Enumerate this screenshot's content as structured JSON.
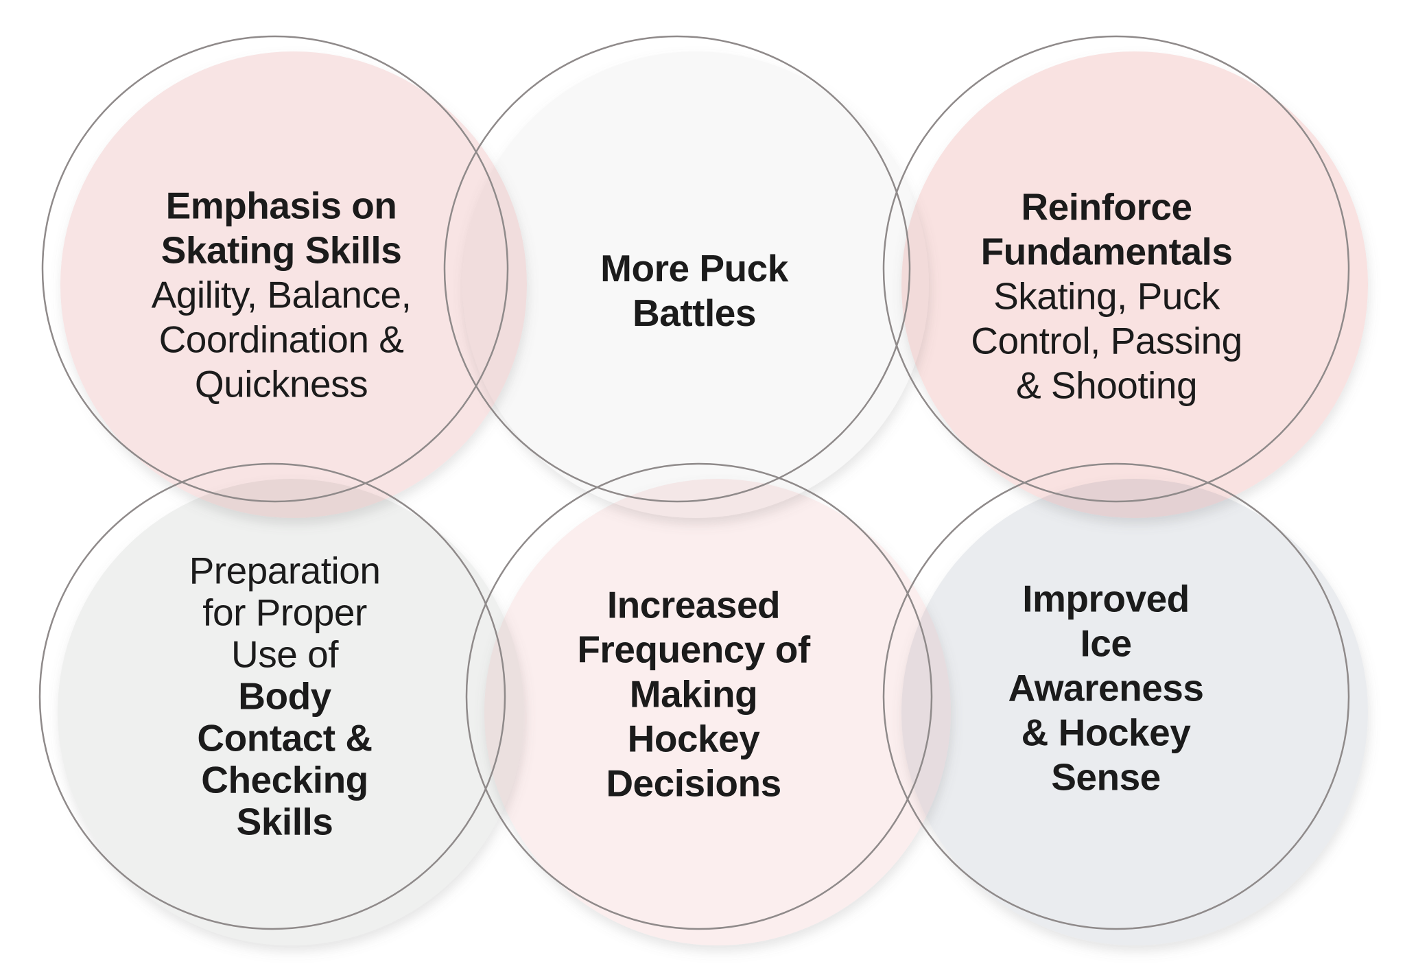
{
  "diagram": {
    "background_color": "#ffffff",
    "outline_color": "#8f8a8a",
    "text_color": "#1b1b1b",
    "circles": [
      {
        "id": "emphasis-skating-skills",
        "fill_color": "#f8e4e4",
        "lines": [
          {
            "text": "Emphasis on",
            "bold": true
          },
          {
            "text": "Skating Skills",
            "bold": true
          },
          {
            "text": "Agility, Balance,",
            "bold": false
          },
          {
            "text": "Coordination &",
            "bold": false
          },
          {
            "text": "Quickness",
            "bold": false
          }
        ]
      },
      {
        "id": "more-puck-battles",
        "fill_color": "#f8f8f8",
        "lines": [
          {
            "text": "More Puck",
            "bold": true
          },
          {
            "text": "Battles",
            "bold": true
          }
        ]
      },
      {
        "id": "reinforce-fundamentals",
        "fill_color": "#f9e2e1",
        "lines": [
          {
            "text": "Reinforce",
            "bold": true
          },
          {
            "text": "Fundamentals",
            "bold": true
          },
          {
            "text": "Skating, Puck",
            "bold": false
          },
          {
            "text": "Control, Passing",
            "bold": false
          },
          {
            "text": "& Shooting",
            "bold": false
          }
        ]
      },
      {
        "id": "body-contact-checking-skills",
        "fill_color": "#eff0ef",
        "lines": [
          {
            "text": "Preparation",
            "bold": false
          },
          {
            "text": "for Proper",
            "bold": false
          },
          {
            "text": "Use of",
            "bold": false
          },
          {
            "text": "Body",
            "bold": true
          },
          {
            "text": "Contact &",
            "bold": true
          },
          {
            "text": "Checking",
            "bold": true
          },
          {
            "text": "Skills",
            "bold": true
          }
        ]
      },
      {
        "id": "increased-hockey-decisions",
        "fill_color": "#fbeeee",
        "lines": [
          {
            "text": "Increased",
            "bold": true
          },
          {
            "text": "Frequency of",
            "bold": true
          },
          {
            "text": "Making",
            "bold": true
          },
          {
            "text": "Hockey",
            "bold": true
          },
          {
            "text": "Decisions",
            "bold": true
          }
        ]
      },
      {
        "id": "improved-ice-awareness",
        "fill_color": "#eaecef",
        "lines": [
          {
            "text": "Improved",
            "bold": true
          },
          {
            "text": "Ice",
            "bold": true
          },
          {
            "text": "Awareness",
            "bold": true
          },
          {
            "text": "& Hockey",
            "bold": true
          },
          {
            "text": "Sense",
            "bold": true
          }
        ]
      }
    ]
  }
}
